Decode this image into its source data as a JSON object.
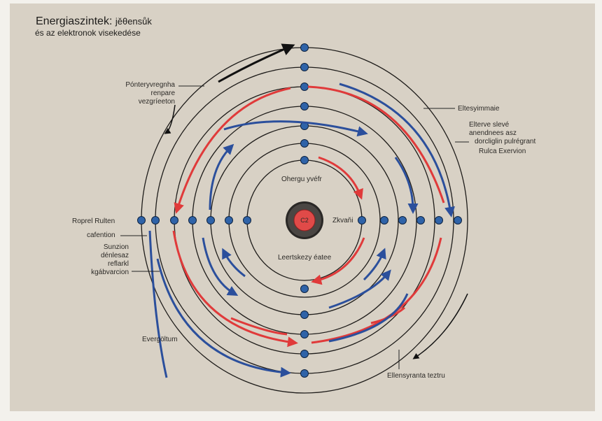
{
  "title": {
    "main": "Energiaszintek:",
    "suffix": "jěθensůk",
    "subtitle": "és az elektronok visekedése"
  },
  "nucleus": {
    "label": "C2",
    "color": "#e04a48"
  },
  "labels": {
    "top_left": [
      "Pónteryvregnha",
      "renpare",
      "vezgríeeton"
    ],
    "right_1": "Eltesyimmaie",
    "right_2": [
      "Elterve slevé",
      "anendnees asz",
      "dorcliglin pulrégrant"
    ],
    "right_3": "Rulca  Exervion",
    "left_1": "Roprel Rulten",
    "left_2": "cafention",
    "left_3": [
      "Sunzion",
      "dénlesaz",
      "reflarkl",
      "kgábvarcion"
    ],
    "inner_top": "Ohergu yvéfr",
    "inner_right": "Zkvaňi",
    "inner_bottom": "Leertskezy éatee",
    "bottom_left": "Evergöltum",
    "bottom_right": "Ellensyranta teztru"
  },
  "colors": {
    "electron": "#2f63a8",
    "red_arrow": "#e03a3a",
    "blue_arrow": "#2b4f9c",
    "ring": "#1e1c1a",
    "panel": "#d8d1c5"
  }
}
